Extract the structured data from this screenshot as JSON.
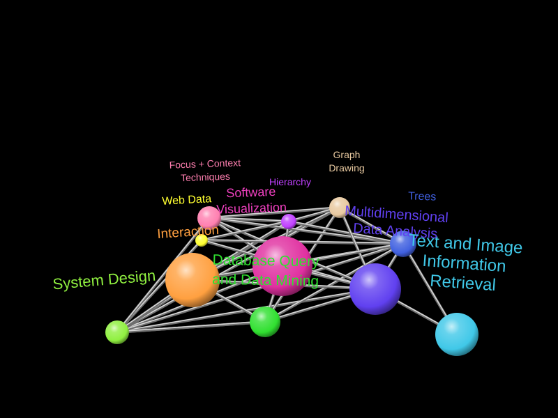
{
  "background_color": "#000000",
  "nodes": [
    {
      "id": "focus_context",
      "label_lines": [
        "Focus + Context",
        "Techniques"
      ],
      "color": "#ff7fb0"
    },
    {
      "id": "graph_drawing",
      "label_lines": [
        "Graph",
        "Drawing"
      ],
      "color": "#e8c9a0"
    },
    {
      "id": "hierarchy",
      "label_lines": [
        "Hierarchy"
      ],
      "color": "#c040ff"
    },
    {
      "id": "web_data",
      "label_lines": [
        "Web Data"
      ],
      "color": "#ffff30"
    },
    {
      "id": "software_viz",
      "label_lines": [
        "Software",
        "Visualization"
      ],
      "color": "#f040c0"
    },
    {
      "id": "trees",
      "label_lines": [
        "Trees"
      ],
      "color": "#4060e0"
    },
    {
      "id": "multidim",
      "label_lines": [
        "Multidimensional",
        "Data Analysis"
      ],
      "color": "#6040f0"
    },
    {
      "id": "interaction",
      "label_lines": [
        "Interaction"
      ],
      "color": "#ffa040"
    },
    {
      "id": "text_image",
      "label_lines": [
        "Text and Image",
        "Information",
        "Retrieval"
      ],
      "color": "#40c8e8"
    },
    {
      "id": "database",
      "label_lines": [
        "Database Query",
        "and Data Mining"
      ],
      "color": "#30e030"
    },
    {
      "id": "system_design",
      "label_lines": [
        "System Design"
      ],
      "color": "#90f040"
    },
    {
      "id": "pink_main",
      "label_lines": [],
      "color": "#e030a0"
    }
  ],
  "edges": [
    [
      "system_design",
      "database"
    ],
    [
      "system_design",
      "pink_main"
    ],
    [
      "system_design",
      "multidim"
    ],
    [
      "system_design",
      "trees"
    ],
    [
      "system_design",
      "graph_drawing"
    ],
    [
      "system_design",
      "hierarchy"
    ],
    [
      "system_design",
      "web_data"
    ],
    [
      "system_design",
      "interaction"
    ],
    [
      "system_design",
      "focus_context"
    ],
    [
      "database",
      "multidim"
    ],
    [
      "database",
      "trees"
    ],
    [
      "database",
      "pink_main"
    ],
    [
      "database",
      "interaction"
    ],
    [
      "database",
      "graph_drawing"
    ],
    [
      "interaction",
      "pink_main"
    ],
    [
      "interaction",
      "multidim"
    ],
    [
      "interaction",
      "trees"
    ],
    [
      "interaction",
      "graph_drawing"
    ],
    [
      "interaction",
      "hierarchy"
    ],
    [
      "interaction",
      "database"
    ],
    [
      "focus_context",
      "graph_drawing"
    ],
    [
      "focus_context",
      "hierarchy"
    ],
    [
      "focus_context",
      "trees"
    ],
    [
      "focus_context",
      "pink_main"
    ],
    [
      "focus_context",
      "multidim"
    ],
    [
      "web_data",
      "hierarchy"
    ],
    [
      "web_data",
      "trees"
    ],
    [
      "web_data",
      "multidim"
    ],
    [
      "hierarchy",
      "trees"
    ],
    [
      "hierarchy",
      "graph_drawing"
    ],
    [
      "hierarchy",
      "pink_main"
    ],
    [
      "graph_drawing",
      "trees"
    ],
    [
      "graph_drawing",
      "multidim"
    ],
    [
      "pink_main",
      "multidim"
    ],
    [
      "pink_main",
      "trees"
    ],
    [
      "multidim",
      "trees"
    ],
    [
      "trees",
      "text_image"
    ],
    [
      "multidim",
      "text_image"
    ],
    [
      "database",
      "system_design"
    ]
  ]
}
